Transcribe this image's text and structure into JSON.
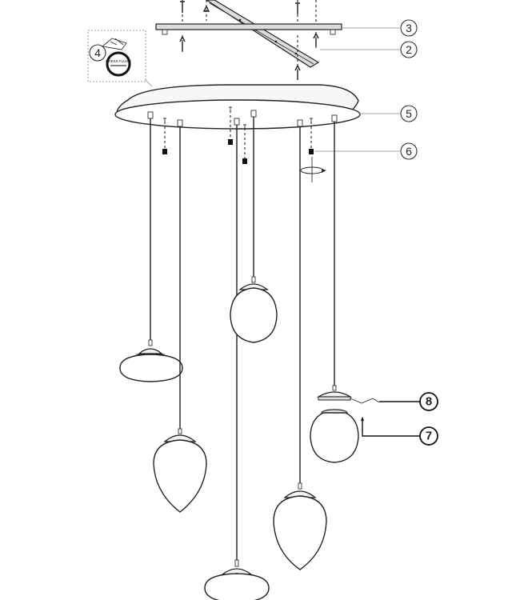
{
  "callouts": {
    "c2": "2",
    "c3": "3",
    "c4": "4",
    "c5": "5",
    "c6": "6",
    "c7": "7",
    "c8": "8"
  },
  "detail_label": "PRESS FLUSH"
}
